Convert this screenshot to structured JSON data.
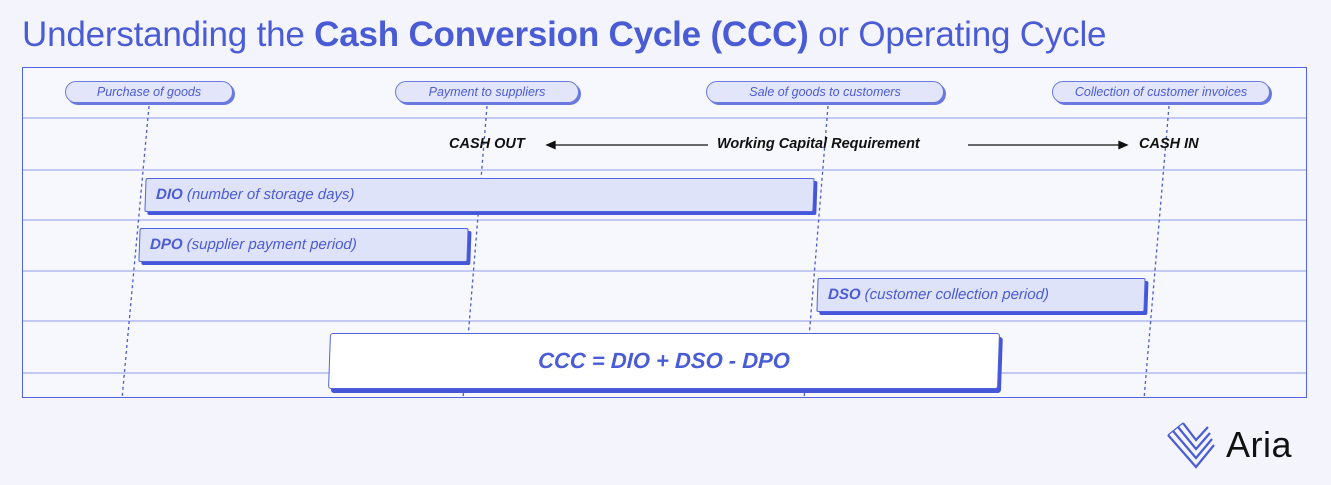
{
  "title": {
    "prefix": "Understanding the ",
    "bold": "Cash Conversion Cycle (CCC)",
    "suffix": " or Operating Cycle"
  },
  "milestones": [
    "Purchase of goods",
    "Payment to suppliers",
    "Sale of goods to customers",
    "Collection of customer invoices"
  ],
  "flow": {
    "cash_out": "CASH OUT",
    "middle": "Working Capital Requirement",
    "cash_in": "CASH IN"
  },
  "bars": [
    {
      "abbr": "DIO",
      "desc": "(number of storage days)"
    },
    {
      "abbr": "DPO",
      "desc": "(supplier payment period)"
    },
    {
      "abbr": "DSO",
      "desc": "(customer collection period)"
    }
  ],
  "formula": "CCC = DIO + DSO - DPO",
  "logo": {
    "name": "Aria",
    "icon": "aria-logo-icon"
  },
  "colors": {
    "accent": "#4a5bd6",
    "border": "#5163df",
    "bar_fill": "#dfe3fa",
    "background": "#f4f5fc"
  }
}
